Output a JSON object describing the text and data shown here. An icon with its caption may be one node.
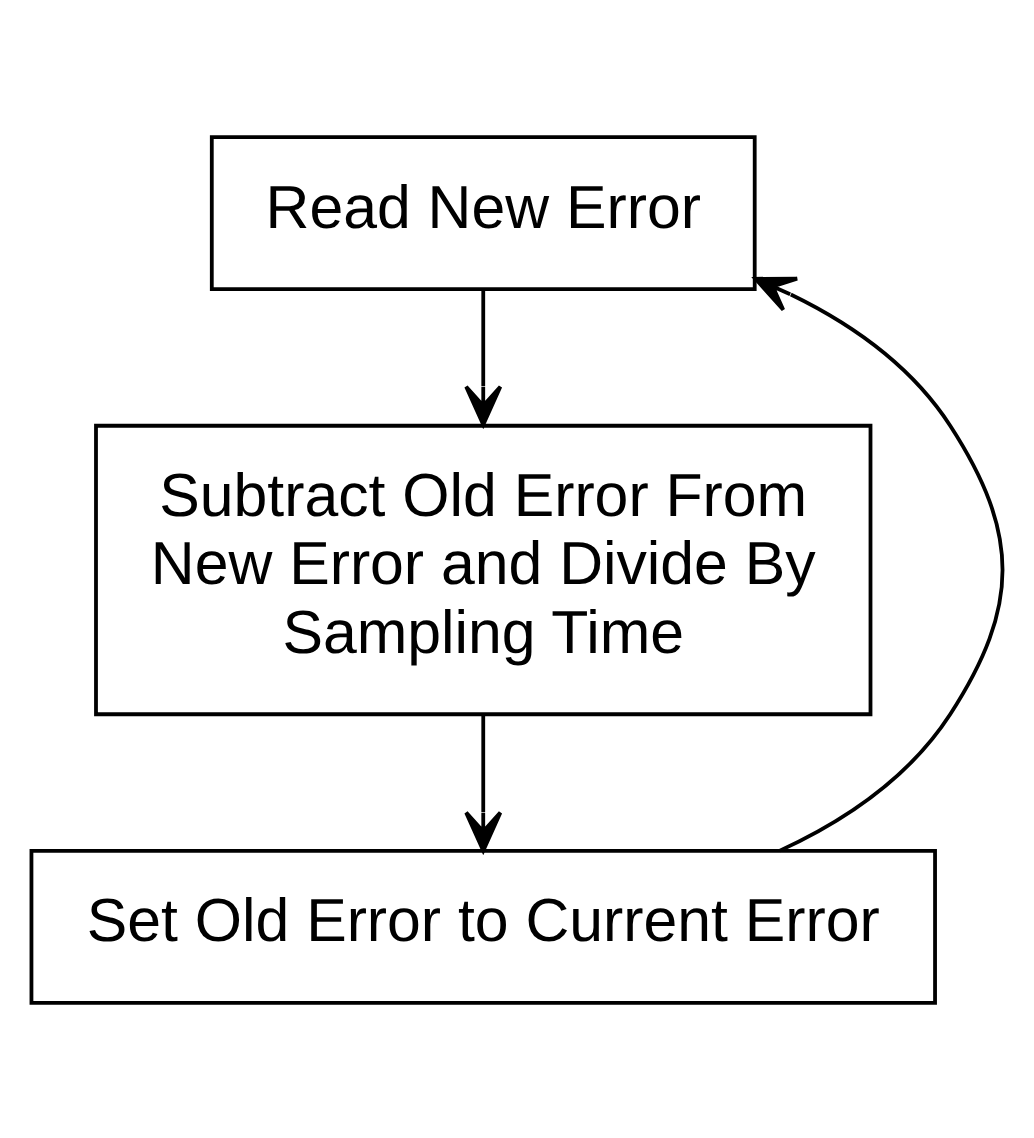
{
  "diagram": {
    "nodes": [
      {
        "text": [
          "Read New Error"
        ]
      },
      {
        "text": [
          "Subtract Old Error From New Error and Divide By Sampling Time"
        ]
      },
      {
        "text": [
          "Set Old Error to Current Error"
        ]
      }
    ],
    "edges": [
      {
        "from": 0,
        "to": 1,
        "arrow": "to"
      },
      {
        "from": 1,
        "to": 2,
        "arrow": "to"
      },
      {
        "from": 2,
        "to": 0,
        "arrow": "to"
      }
    ]
  }
}
